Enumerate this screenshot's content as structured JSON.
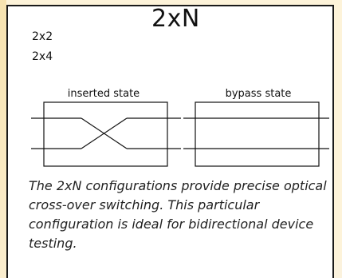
{
  "title": "2xN",
  "variants": [
    "2x2",
    "2x4"
  ],
  "diagrams": {
    "inserted_label": "inserted state",
    "bypass_label": "bypass state"
  },
  "caption": "The 2xN configurations provide precise optical cross-over switching. This particular configuration is ideal for bidirectional device testing.",
  "colors": {
    "background": "#fdf3d9",
    "panel": "#ffffff",
    "line": "#111111",
    "border": "#1a1a1a"
  }
}
